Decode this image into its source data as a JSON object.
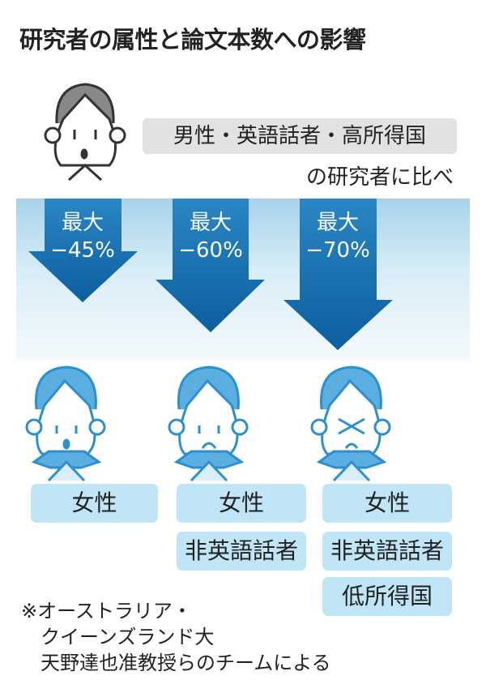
{
  "title": "研究者の属性と論文本数への影響",
  "reference": {
    "label": "男性・英語話者・高所得国",
    "sub": "の研究者に比べ"
  },
  "colors": {
    "arrow": "#1a74b4",
    "box": "#bfe5f6",
    "ref_box": "#e2e2e2",
    "face_line": "#2b8fd0"
  },
  "groups": [
    {
      "max_label": "最大",
      "value": "−45%",
      "value_num": -45,
      "tags": [
        "女性"
      ]
    },
    {
      "max_label": "最大",
      "value": "−60%",
      "value_num": -60,
      "tags": [
        "女性",
        "非英語話者"
      ]
    },
    {
      "max_label": "最大",
      "value": "−70%",
      "value_num": -70,
      "tags": [
        "女性",
        "非英語話者",
        "低所得国"
      ]
    }
  ],
  "note": [
    "※オーストラリア・",
    "　クイーンズランド大",
    "　天野達也准教授らのチームによる"
  ]
}
